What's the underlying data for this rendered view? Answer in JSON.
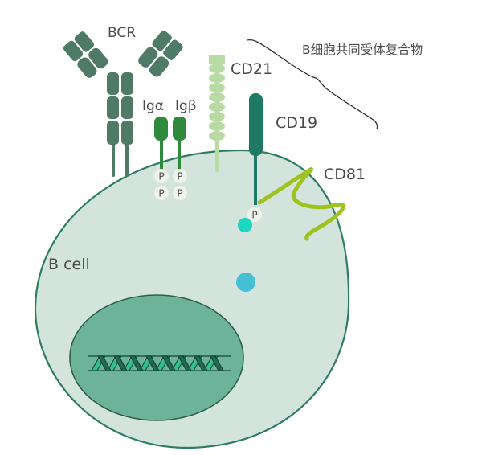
{
  "diagram": {
    "title": "B细胞共同受体复合物",
    "cell_label": "B cell",
    "labels": {
      "bcr": "BCR",
      "ig_alpha": "Igα",
      "ig_beta": "Igβ",
      "cd21": "CD21",
      "cd19": "CD19",
      "cd81": "CD81",
      "coreceptor_complex": "B细胞共同受体复合物"
    },
    "phospho_label": "P",
    "phospho_sites": [
      {
        "on": "Igα",
        "count": 2
      },
      {
        "on": "Igβ",
        "count": 2
      },
      {
        "on": "CD19",
        "count": 1
      }
    ],
    "colors": {
      "cell_fill": "#d3e4dc",
      "cell_border": "#2e7d62",
      "nucleus_fill": "#6db39c",
      "nucleus_border": "#2f5e4c",
      "bcr": "#4e7a66",
      "ig_alpha_beta": "#2f8a3e",
      "cd21": "#b8dba4",
      "cd19": "#1e7a62",
      "cd81": "#9ec21e",
      "kinase_teal": "#1fd6c0",
      "vesicle_blue": "#45bfd3",
      "phospho_bg": "#eef3ec",
      "text": "#4a4a4a"
    }
  }
}
